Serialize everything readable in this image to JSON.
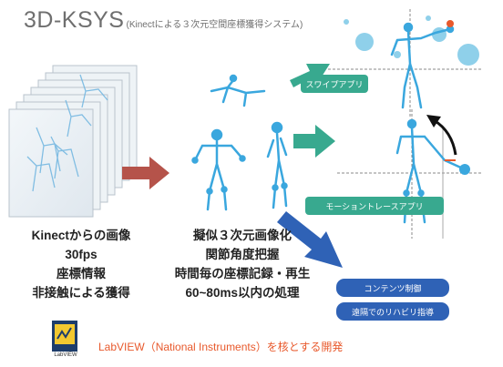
{
  "title": {
    "main": "3D-KSYS",
    "sub": "(Kinectによる３次元空間座標獲得システム)"
  },
  "labels": {
    "swipe_app": "スワイプアプリ",
    "motion_app": "モーショントレースアプリ",
    "content_btn": "コンテンツ制御",
    "rehab_btn": "遠隔でのリハビリ指導"
  },
  "kinect_text": [
    "Kinectからの画像",
    "30fps",
    "座標情報",
    "非接触による獲得"
  ],
  "process_text": [
    "擬似３次元画像化",
    "関節角度把握",
    "時間毎の座標記録・再生",
    "60~80ms以内の処理"
  ],
  "footer": "LabVIEW（National Instruments）を核とする開発",
  "logo_label": "LabVIEW",
  "colors": {
    "teal": "#38a98f",
    "red_arrow": "#b5534a",
    "blue": "#2f62b6",
    "orange": "#e8592c",
    "skeleton": "#3aa7de"
  }
}
